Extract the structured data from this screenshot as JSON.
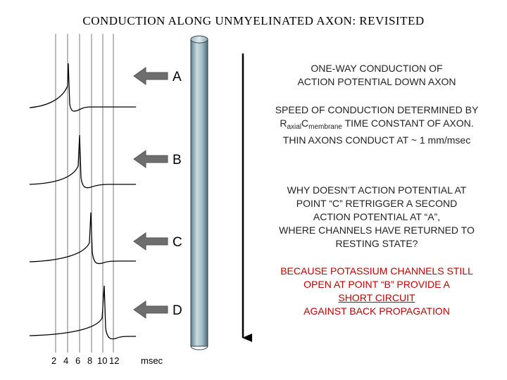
{
  "title": "CONDUCTION ALONG  UNMYELINATED AXON: REVISITED",
  "points": [
    "A",
    "B",
    "C",
    "D"
  ],
  "time_axis": {
    "ticks": [
      "2",
      "4",
      "6",
      "8",
      "10",
      "12"
    ],
    "unit": "msec"
  },
  "notes": {
    "one_way": {
      "line1": "ONE-WAY CONDUCTION OF",
      "line2": "ACTION  POTENTIAL DOWN AXON"
    },
    "speed": {
      "line1": "SPEED OF CONDUCTION DETERMINED BY",
      "r": "R",
      "r_sub": "axial",
      "c": "C",
      "c_sub": "membrane",
      "line2_rest": " TIME CONSTANT OF AXON.",
      "line3": "THIN AXONS CONDUCT AT ~ 1 mm/msec"
    },
    "question": {
      "line1": "WHY DOESN’T ACTION POTENTIAL AT",
      "line2": "POINT “C” RETRIGGER A SECOND",
      "line3": "ACTION POTENTIAL AT “A”,",
      "line4": "WHERE CHANNELS HAVE RETURNED TO",
      "line5": "RESTING STATE?"
    },
    "answer": {
      "line1": "BECAUSE POTASSIUM CHANNELS STILL",
      "line2": "OPEN AT POINT “B” PROVIDE A",
      "line3": "SHORT CIRCUIT",
      "line4": "AGAINST BACK PROPAGATION"
    }
  },
  "colors": {
    "axon_fill": "#9fb9c5",
    "arrow_fill": "#6e6e6e",
    "answer_text": "#c00000"
  }
}
